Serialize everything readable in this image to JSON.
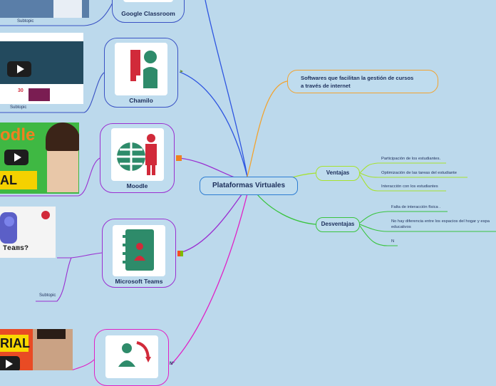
{
  "central": {
    "title": "Plataformas Virtuales"
  },
  "top_topic": {
    "line1": "Softwares que facilitan la gestión de cursos",
    "line2": "a través de internet"
  },
  "ventajas": {
    "label": "Ventajas",
    "items": [
      "Participación de los estudiantes.",
      "Optimización de las tareas del estudiante",
      "Interacción con los estudiantes"
    ]
  },
  "desventajas": {
    "label": "Desventajas",
    "items": [
      "Falta de interacción física .",
      "No hay diferencia entre los espacios del hogar y espa",
      "educativos",
      "N"
    ]
  },
  "platforms": {
    "classroom": {
      "label": "Google Classroom"
    },
    "chamilo": {
      "label": "Chamilo"
    },
    "moodle": {
      "label": "Moodle"
    },
    "teams": {
      "label": "Microsoft Teams"
    }
  },
  "subtopics": {
    "label_1": "Subtopic",
    "label_2": "Subtopic",
    "label_3": "Subtopic"
  },
  "thumbnails": {
    "moodle_word": "odle",
    "moodle_bottom": "AL",
    "teams_word": "Teams?",
    "tutorial_word": "RIAL",
    "chamilo_thumb_number": "30"
  },
  "markers": {
    "nr": "N°"
  },
  "colors": {
    "central_border": "#2d7dd2",
    "platform_border": "#3a52c4",
    "ventajas_border": "#a6e22e",
    "desventajas_border": "#39c43e",
    "topic_border": "#f2a32f",
    "purple_branch": "#9a2fd1",
    "magenta_branch": "#e020c6"
  }
}
